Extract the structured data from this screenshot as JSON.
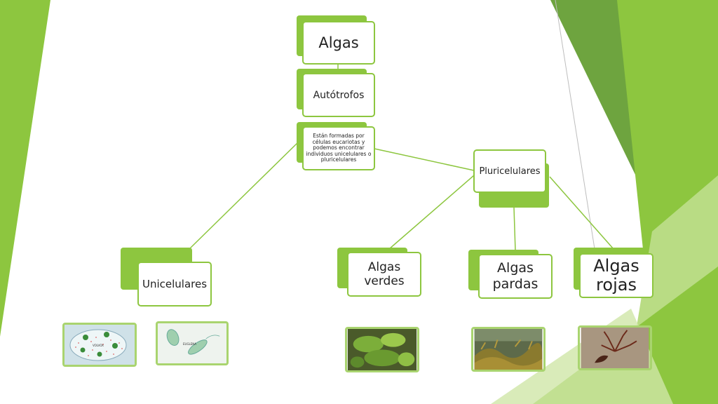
{
  "diagram": {
    "root": "Algas",
    "level2": "Autótrofos",
    "description": "Están formadas por células eucariotas y podemos encontrar individuos unicelulares o pluricelulares",
    "unicellular": "Unicelulares",
    "multicellular": "Pluricelulares",
    "green": "Algas verdes",
    "brown": "Algas pardas",
    "red": "Algas rojas"
  },
  "images": {
    "volvox_label": "VOLVOX",
    "euglena_label": "EUGLENA"
  },
  "colors": {
    "accent": "#8dc63f",
    "accent_dark": "#6ea43f",
    "accent_light": "#b9dc84"
  }
}
